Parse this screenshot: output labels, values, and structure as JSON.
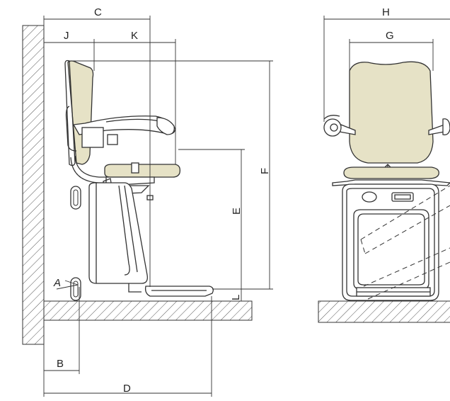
{
  "labels": {
    "a": "A",
    "b": "B",
    "c": "C",
    "d": "D",
    "e": "E",
    "f": "F",
    "g": "G",
    "h": "H",
    "j": "J",
    "k": "K",
    "l": "L"
  },
  "colors": {
    "line": "#333333",
    "seat_fabric": "#e6e2c6",
    "wall_hatch": "#555555"
  }
}
